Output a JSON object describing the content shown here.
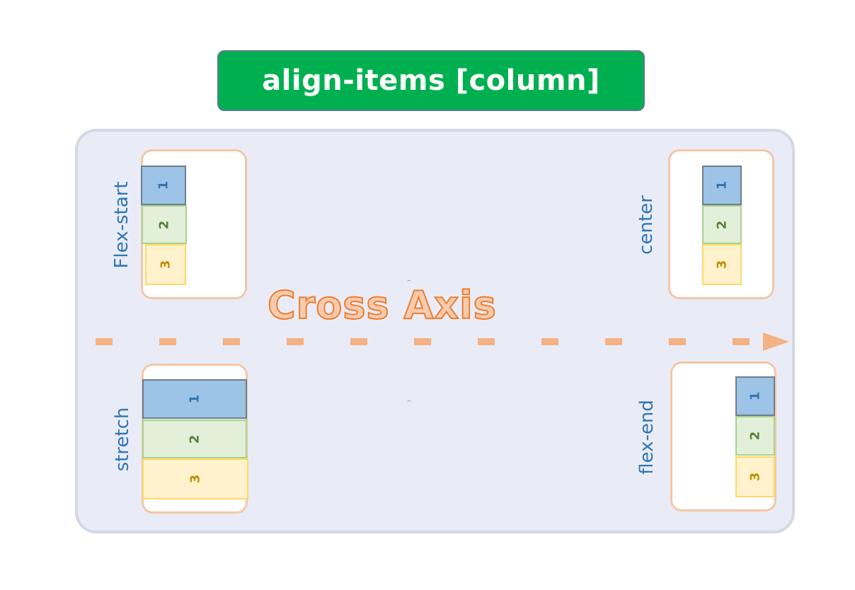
{
  "title": "align-items [column]",
  "axis_label": "Cross Axis",
  "colors": {
    "title_bg": "#00b050",
    "panel_bg": "#e9ecf6",
    "container_border": "#f4c7a6",
    "axis_arrow": "#f4b183",
    "label_text": "#2e75b6",
    "item_1": "#9dc3e6",
    "item_2": "#e2efd9",
    "item_3": "#fff2cc"
  },
  "examples": [
    {
      "label": "Flex-start",
      "items": [
        "1",
        "2",
        "3"
      ]
    },
    {
      "label": "center",
      "items": [
        "1",
        "2",
        "3"
      ]
    },
    {
      "label": "stretch",
      "items": [
        "1",
        "2",
        "3"
      ]
    },
    {
      "label": "flex-end",
      "items": [
        "1",
        "2",
        "3"
      ]
    }
  ]
}
